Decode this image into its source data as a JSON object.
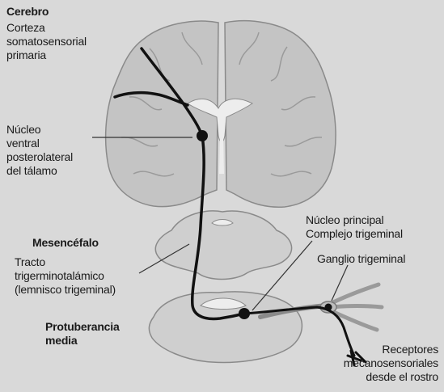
{
  "labels": {
    "cerebro": "Cerebro",
    "corteza": [
      "Corteza",
      "somatosensorial",
      "primaria"
    ],
    "nucleo_ventral": [
      "Núcleo",
      "ventral",
      "posterolateral",
      "del tálamo"
    ],
    "mesencefalo": "Mesencéfalo",
    "tracto": [
      "Tracto",
      "trigerminotalámico",
      "(lemnisco trigeminal)"
    ],
    "nucleo_principal": [
      "Núcleo principal",
      "Complejo trigeminal"
    ],
    "ganglio": "Ganglio trigeminal",
    "protuberancia": [
      "Protuberancia",
      "media"
    ],
    "receptores": [
      "Receptores",
      "mecanosensoriales",
      "desde el rostro"
    ]
  },
  "colors": {
    "background": "#d9d9d9",
    "tissue": "#c4c4c4",
    "tissue_light": "#cfcfcf",
    "ventricle": "#ededed",
    "outline": "#8a8a8a",
    "pathway": "#111111",
    "text": "#1a1a1a"
  }
}
